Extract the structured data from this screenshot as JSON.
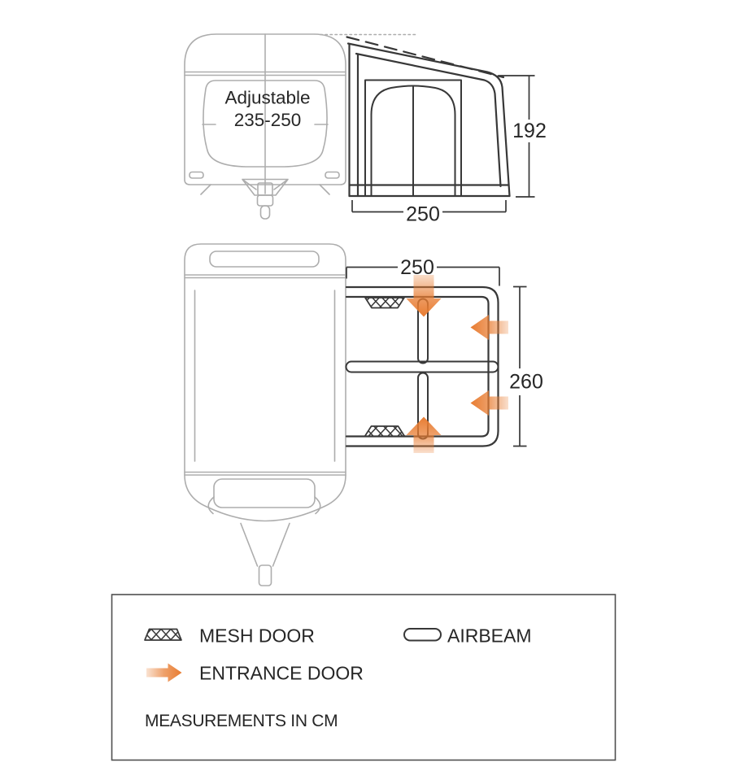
{
  "diagram": {
    "type": "caravan-awning-dimension-diagram"
  },
  "side_view": {
    "caravan_label_line1": "Adjustable",
    "caravan_label_line2": "235-250",
    "height_dimension": "192",
    "width_dimension": "250"
  },
  "plan_view": {
    "width_dimension": "250",
    "depth_dimension": "260"
  },
  "legend": {
    "items": [
      {
        "icon": "mesh-door-icon",
        "label": "MESH DOOR"
      },
      {
        "icon": "airbeam-icon",
        "label": "AIRBEAM"
      },
      {
        "icon": "entrance-door-arrow-icon",
        "label": "ENTRANCE DOOR"
      }
    ],
    "note": "MEASUREMENTS IN CM"
  },
  "colors": {
    "accent_orange": "#e87c31",
    "line_dark": "#383838",
    "line_light": "#adadad",
    "text": "#262626",
    "legend_border": "#4f4f4f",
    "background": "#ffffff"
  }
}
